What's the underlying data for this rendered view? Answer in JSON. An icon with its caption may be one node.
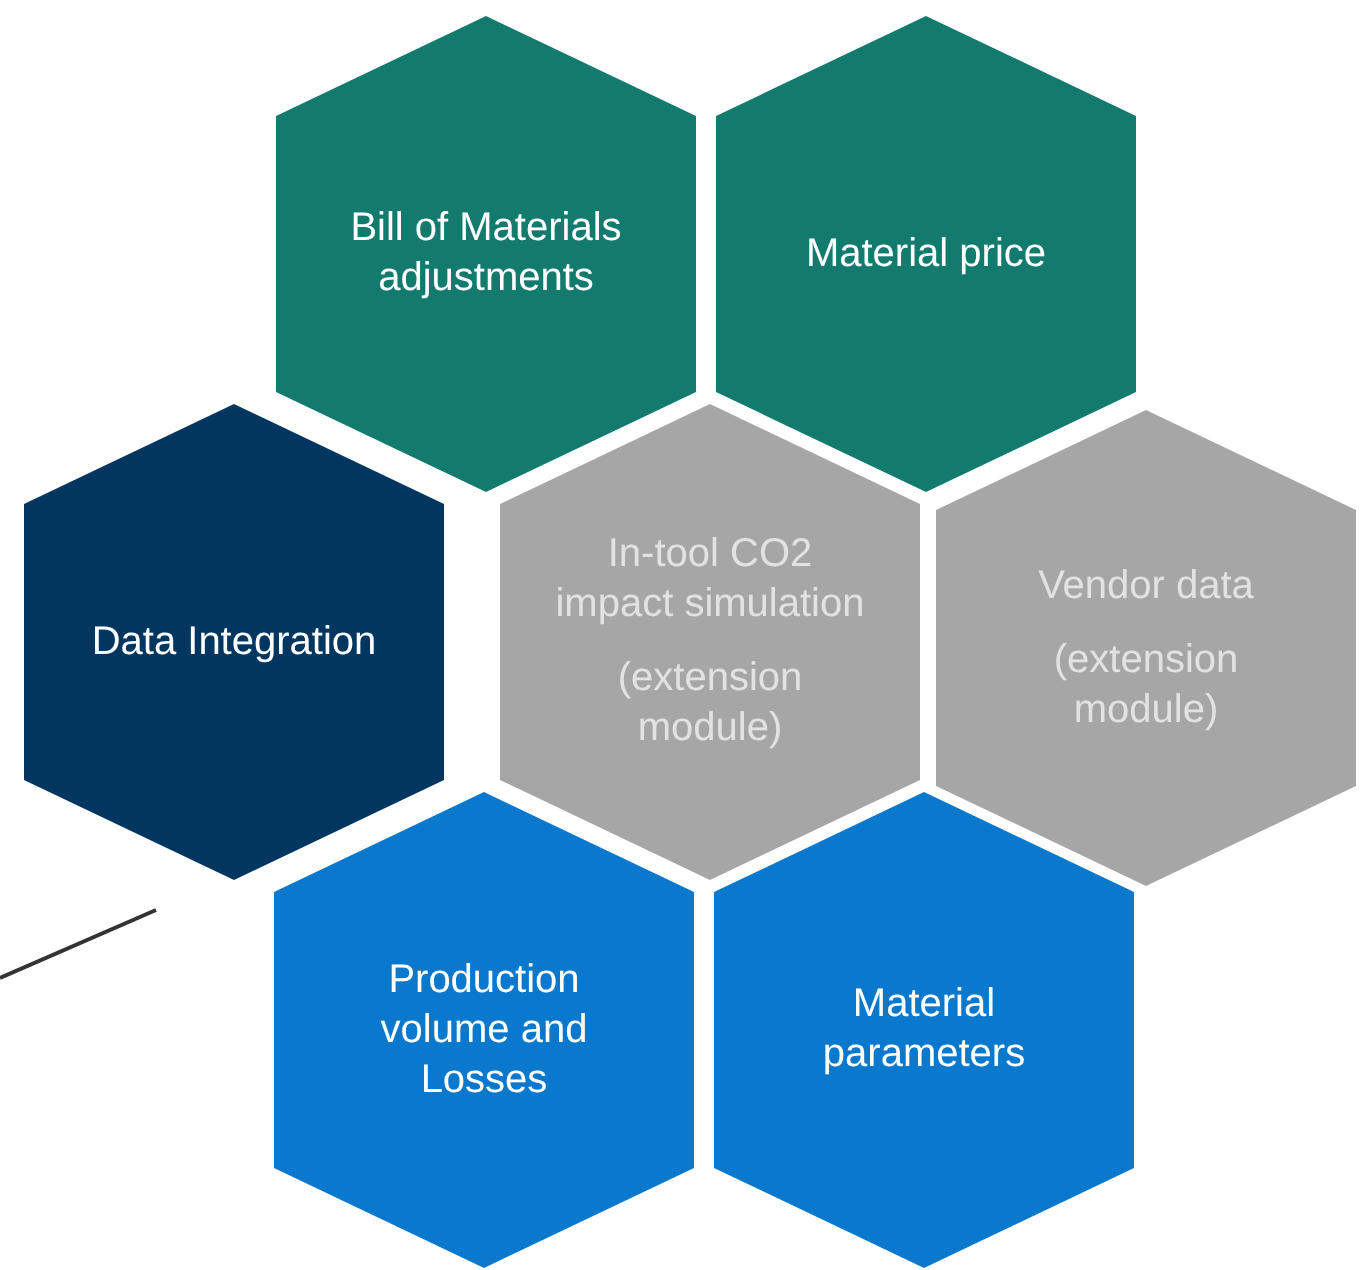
{
  "diagram": {
    "nodes": [
      {
        "text": [
          "Bill of Materials adjustments"
        ]
      },
      {
        "text": [
          "Material price"
        ]
      },
      {
        "text": [
          "Data Integration"
        ]
      },
      {
        "text": [
          "In-tool CO2 impact simulation",
          "(extension module)"
        ]
      },
      {
        "text": [
          "Vendor data",
          "(extension module)"
        ]
      },
      {
        "text": [
          "Production volume and Losses"
        ]
      },
      {
        "text": [
          "Material parameters"
        ]
      }
    ]
  }
}
